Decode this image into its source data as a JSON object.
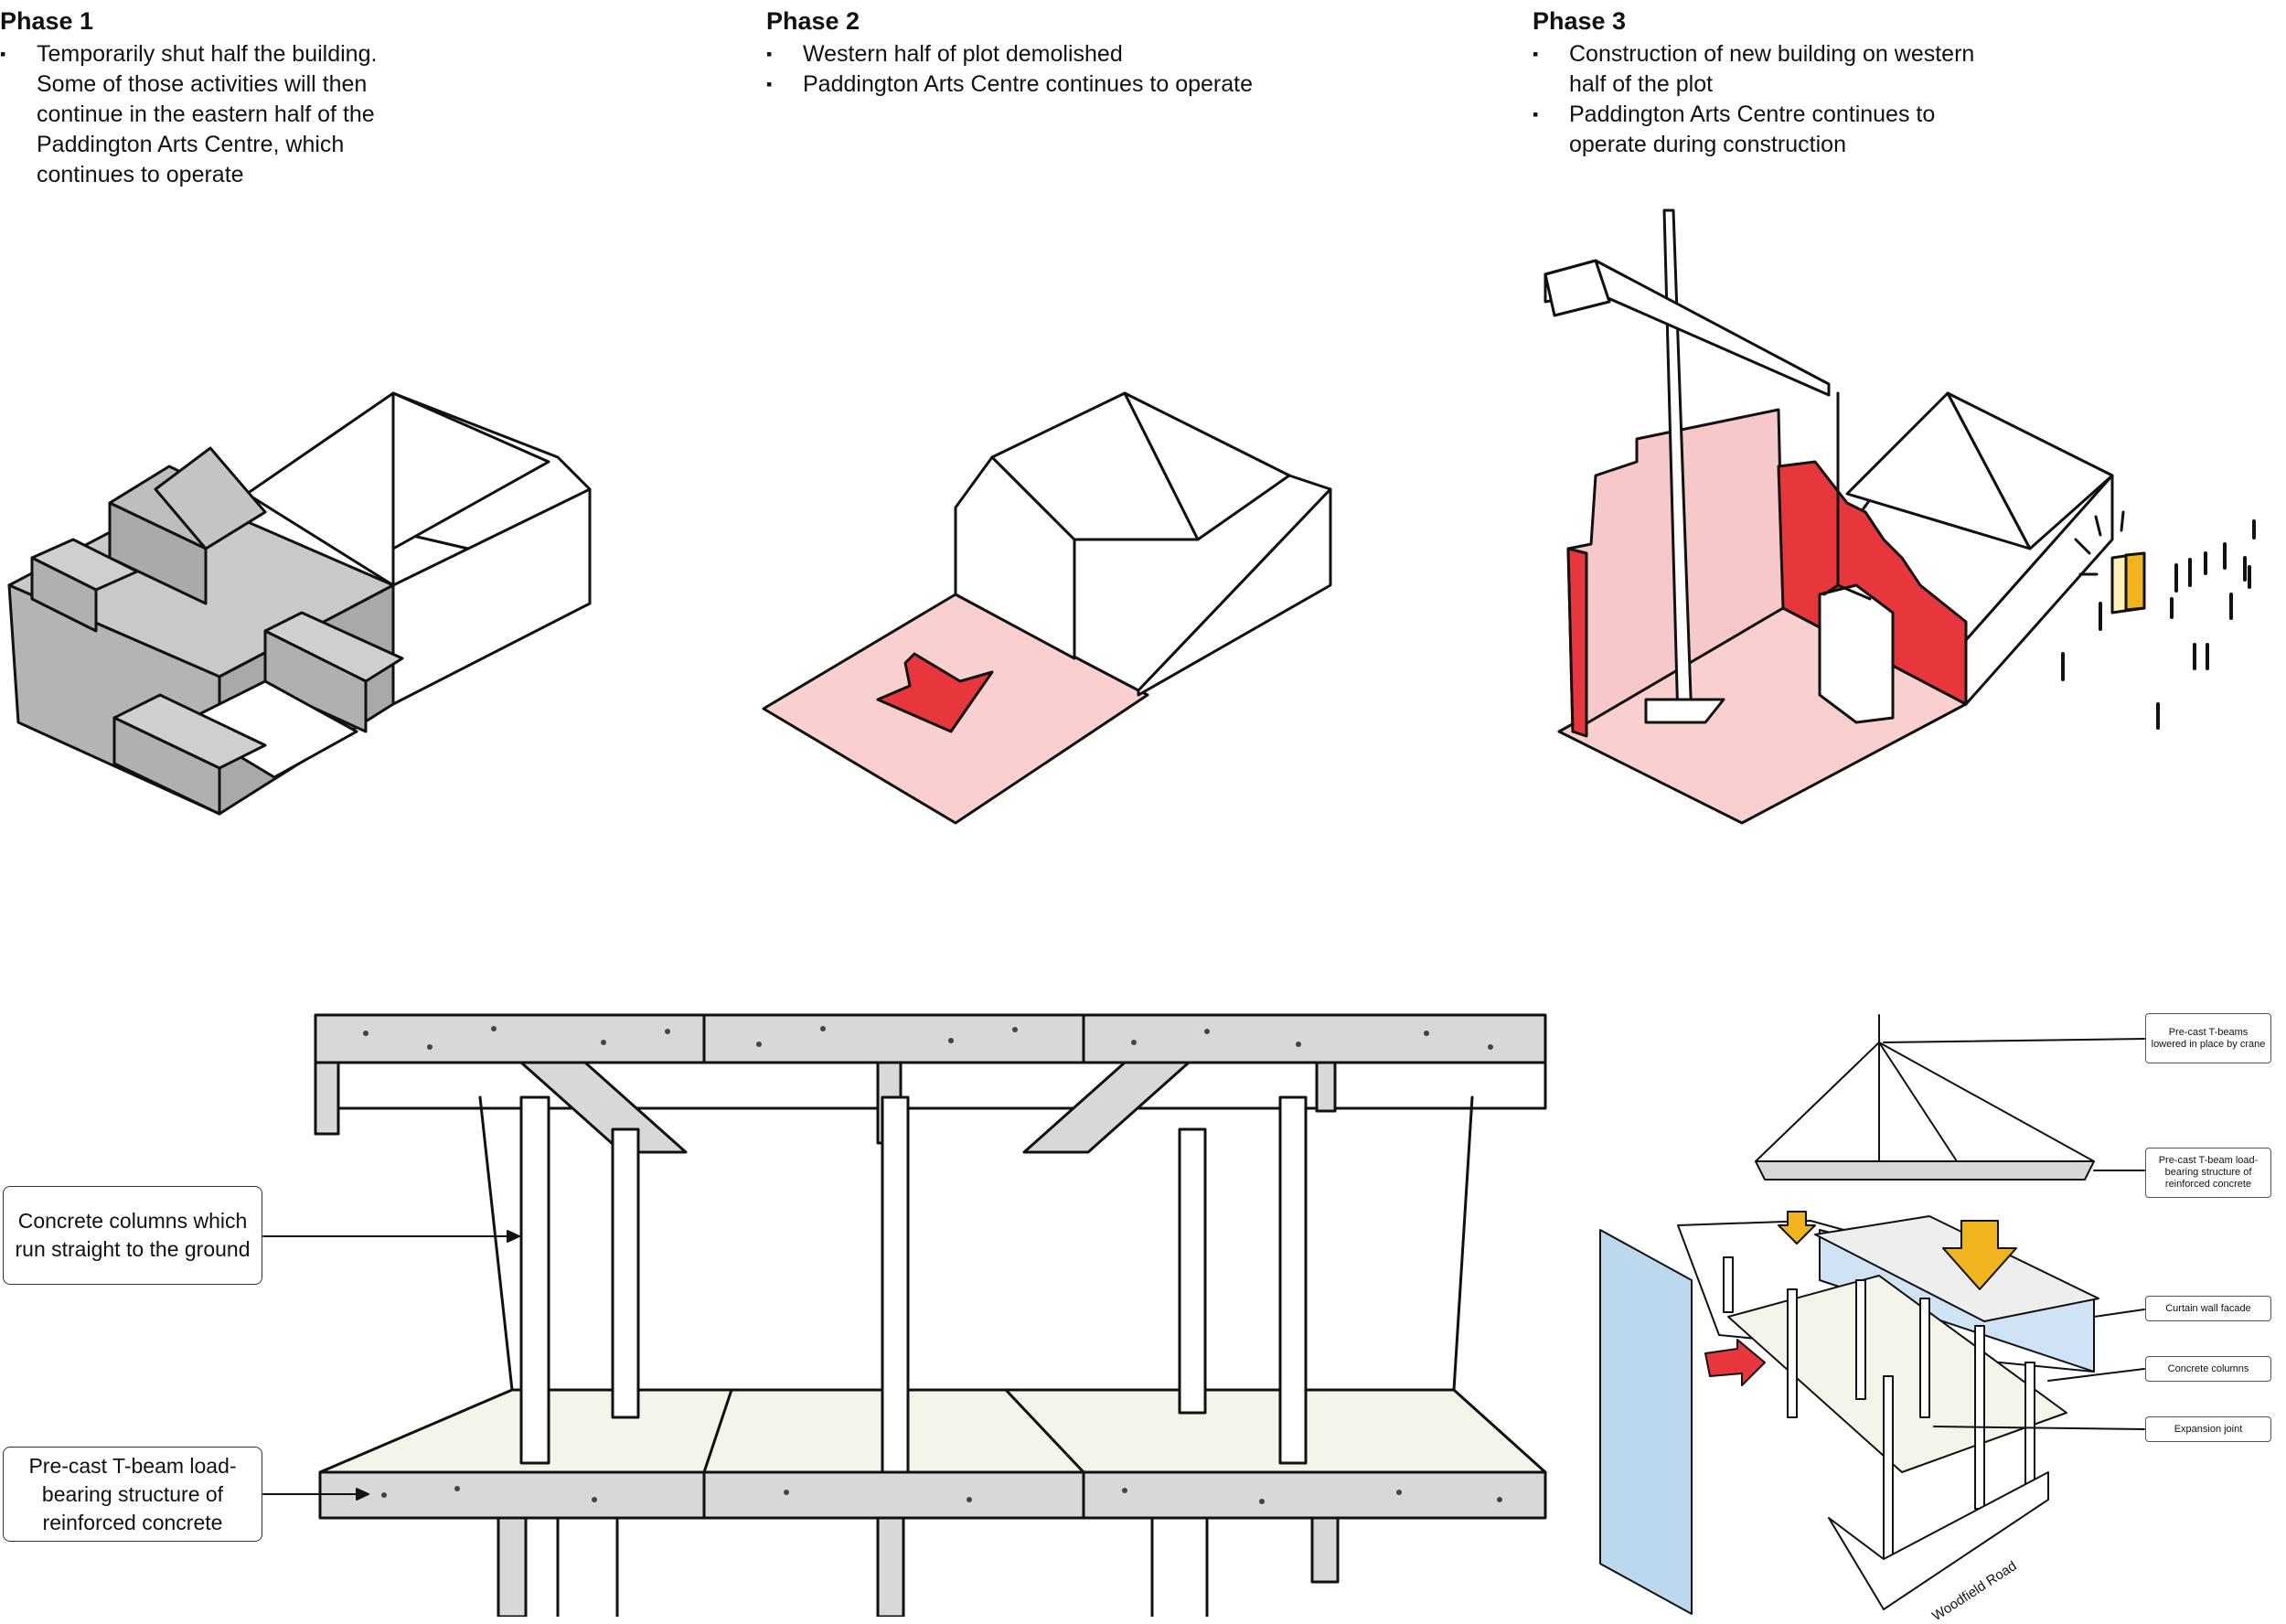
{
  "phases": [
    {
      "title": "Phase 1",
      "bullets": [
        "Temporarily shut half the building. Some of those activities will then continue in the eastern half of the Paddington Arts Centre, which continues to operate"
      ]
    },
    {
      "title": "Phase 2",
      "bullets": [
        "Western half of plot demolished",
        "Paddington Arts Centre continues to operate"
      ]
    },
    {
      "title": "Phase 3",
      "bullets": [
        "Construction of new building on western half of the plot",
        "Paddington Arts Centre continues to operate during construction"
      ]
    }
  ],
  "section_callouts": {
    "columns": "Concrete columns which run straight to the ground",
    "tbeam": "Pre-cast T-beam load-bearing structure of reinforced concrete"
  },
  "axo_labels": {
    "lowered": "Pre-cast T-beams lowered in place by crane",
    "tbeam": "Pre-cast T-beam load-bearing structure of reinforced concrete",
    "curtain": "Curtain wall facade",
    "columns": "Concrete columns",
    "joint": "Expansion joint",
    "road": "Woodfield Road"
  },
  "colors": {
    "grey_mass": "#b4b4b4",
    "red": "#e8373c",
    "pink": "#f9cfd0",
    "yellow": "#f2b41e",
    "concrete": "#d8d8d8",
    "floor": "#f4f4ea",
    "glass": "#bcd8ee"
  }
}
